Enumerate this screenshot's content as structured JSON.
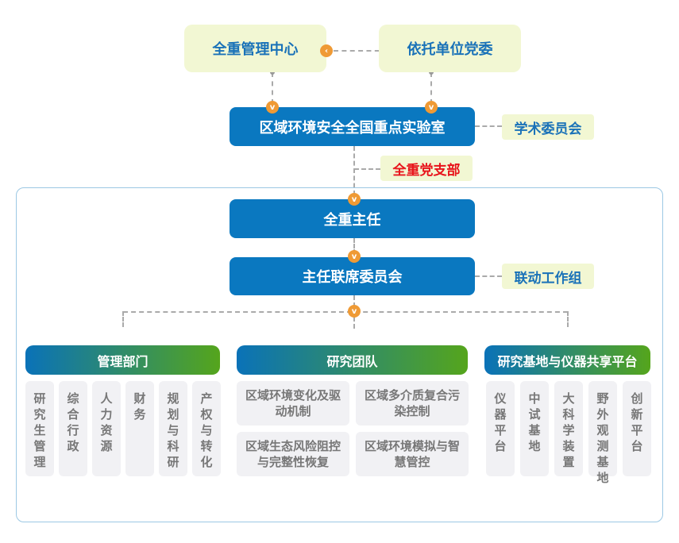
{
  "top": {
    "center": "全重管理中心",
    "party": "依托单位党委"
  },
  "lab": "区域环境安全全国重点实验室",
  "academic": "学术委员会",
  "branch": "全重党支部",
  "director": "全重主任",
  "joint": "主任联席委员会",
  "linkage": "联动工作组",
  "headers": {
    "mgmt": "管理部门",
    "research": "研究团队",
    "base": "研究基地与仪器共享平台"
  },
  "mgmt": [
    "研究生管理",
    "综合行政",
    "人力资源",
    "财务",
    "规划与科研",
    "产权与转化"
  ],
  "research": [
    "区域环境变化及驱动机制",
    "区域多介质复合污染控制",
    "区域生态风险阻控与完整性恢复",
    "区域环境模拟与智慧管控"
  ],
  "base": [
    "仪器平台",
    "中试基地",
    "大科学装置",
    "野外观测基地",
    "创新平台"
  ],
  "icons": {
    "arrow": "chevron-icon"
  }
}
